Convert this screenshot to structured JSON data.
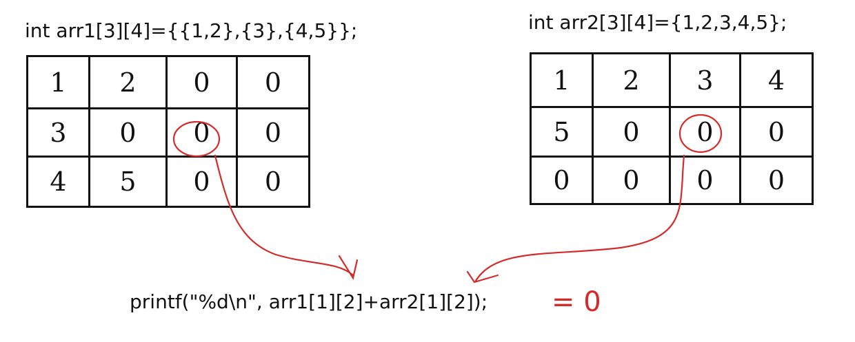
{
  "decl1": "int arr1[3][4]={{1,2},{3},{4,5}};",
  "decl2": "int arr2[3][4]={1,2,3,4,5};",
  "arr1": [
    [
      "1",
      "2",
      "0",
      "0"
    ],
    [
      "3",
      "0",
      "0",
      "0"
    ],
    [
      "4",
      "5",
      "0",
      "0"
    ]
  ],
  "arr2": [
    [
      "1",
      "2",
      "3",
      "4"
    ],
    [
      "5",
      "0",
      "0",
      "0"
    ],
    [
      "0",
      "0",
      "0",
      "0"
    ]
  ],
  "statement": "printf(\"%d\\n\", arr1[1][2]+arr2[1][2]);",
  "result": "= 0",
  "colors": {
    "ink": "#111111",
    "annotation": "#d42a2a"
  }
}
